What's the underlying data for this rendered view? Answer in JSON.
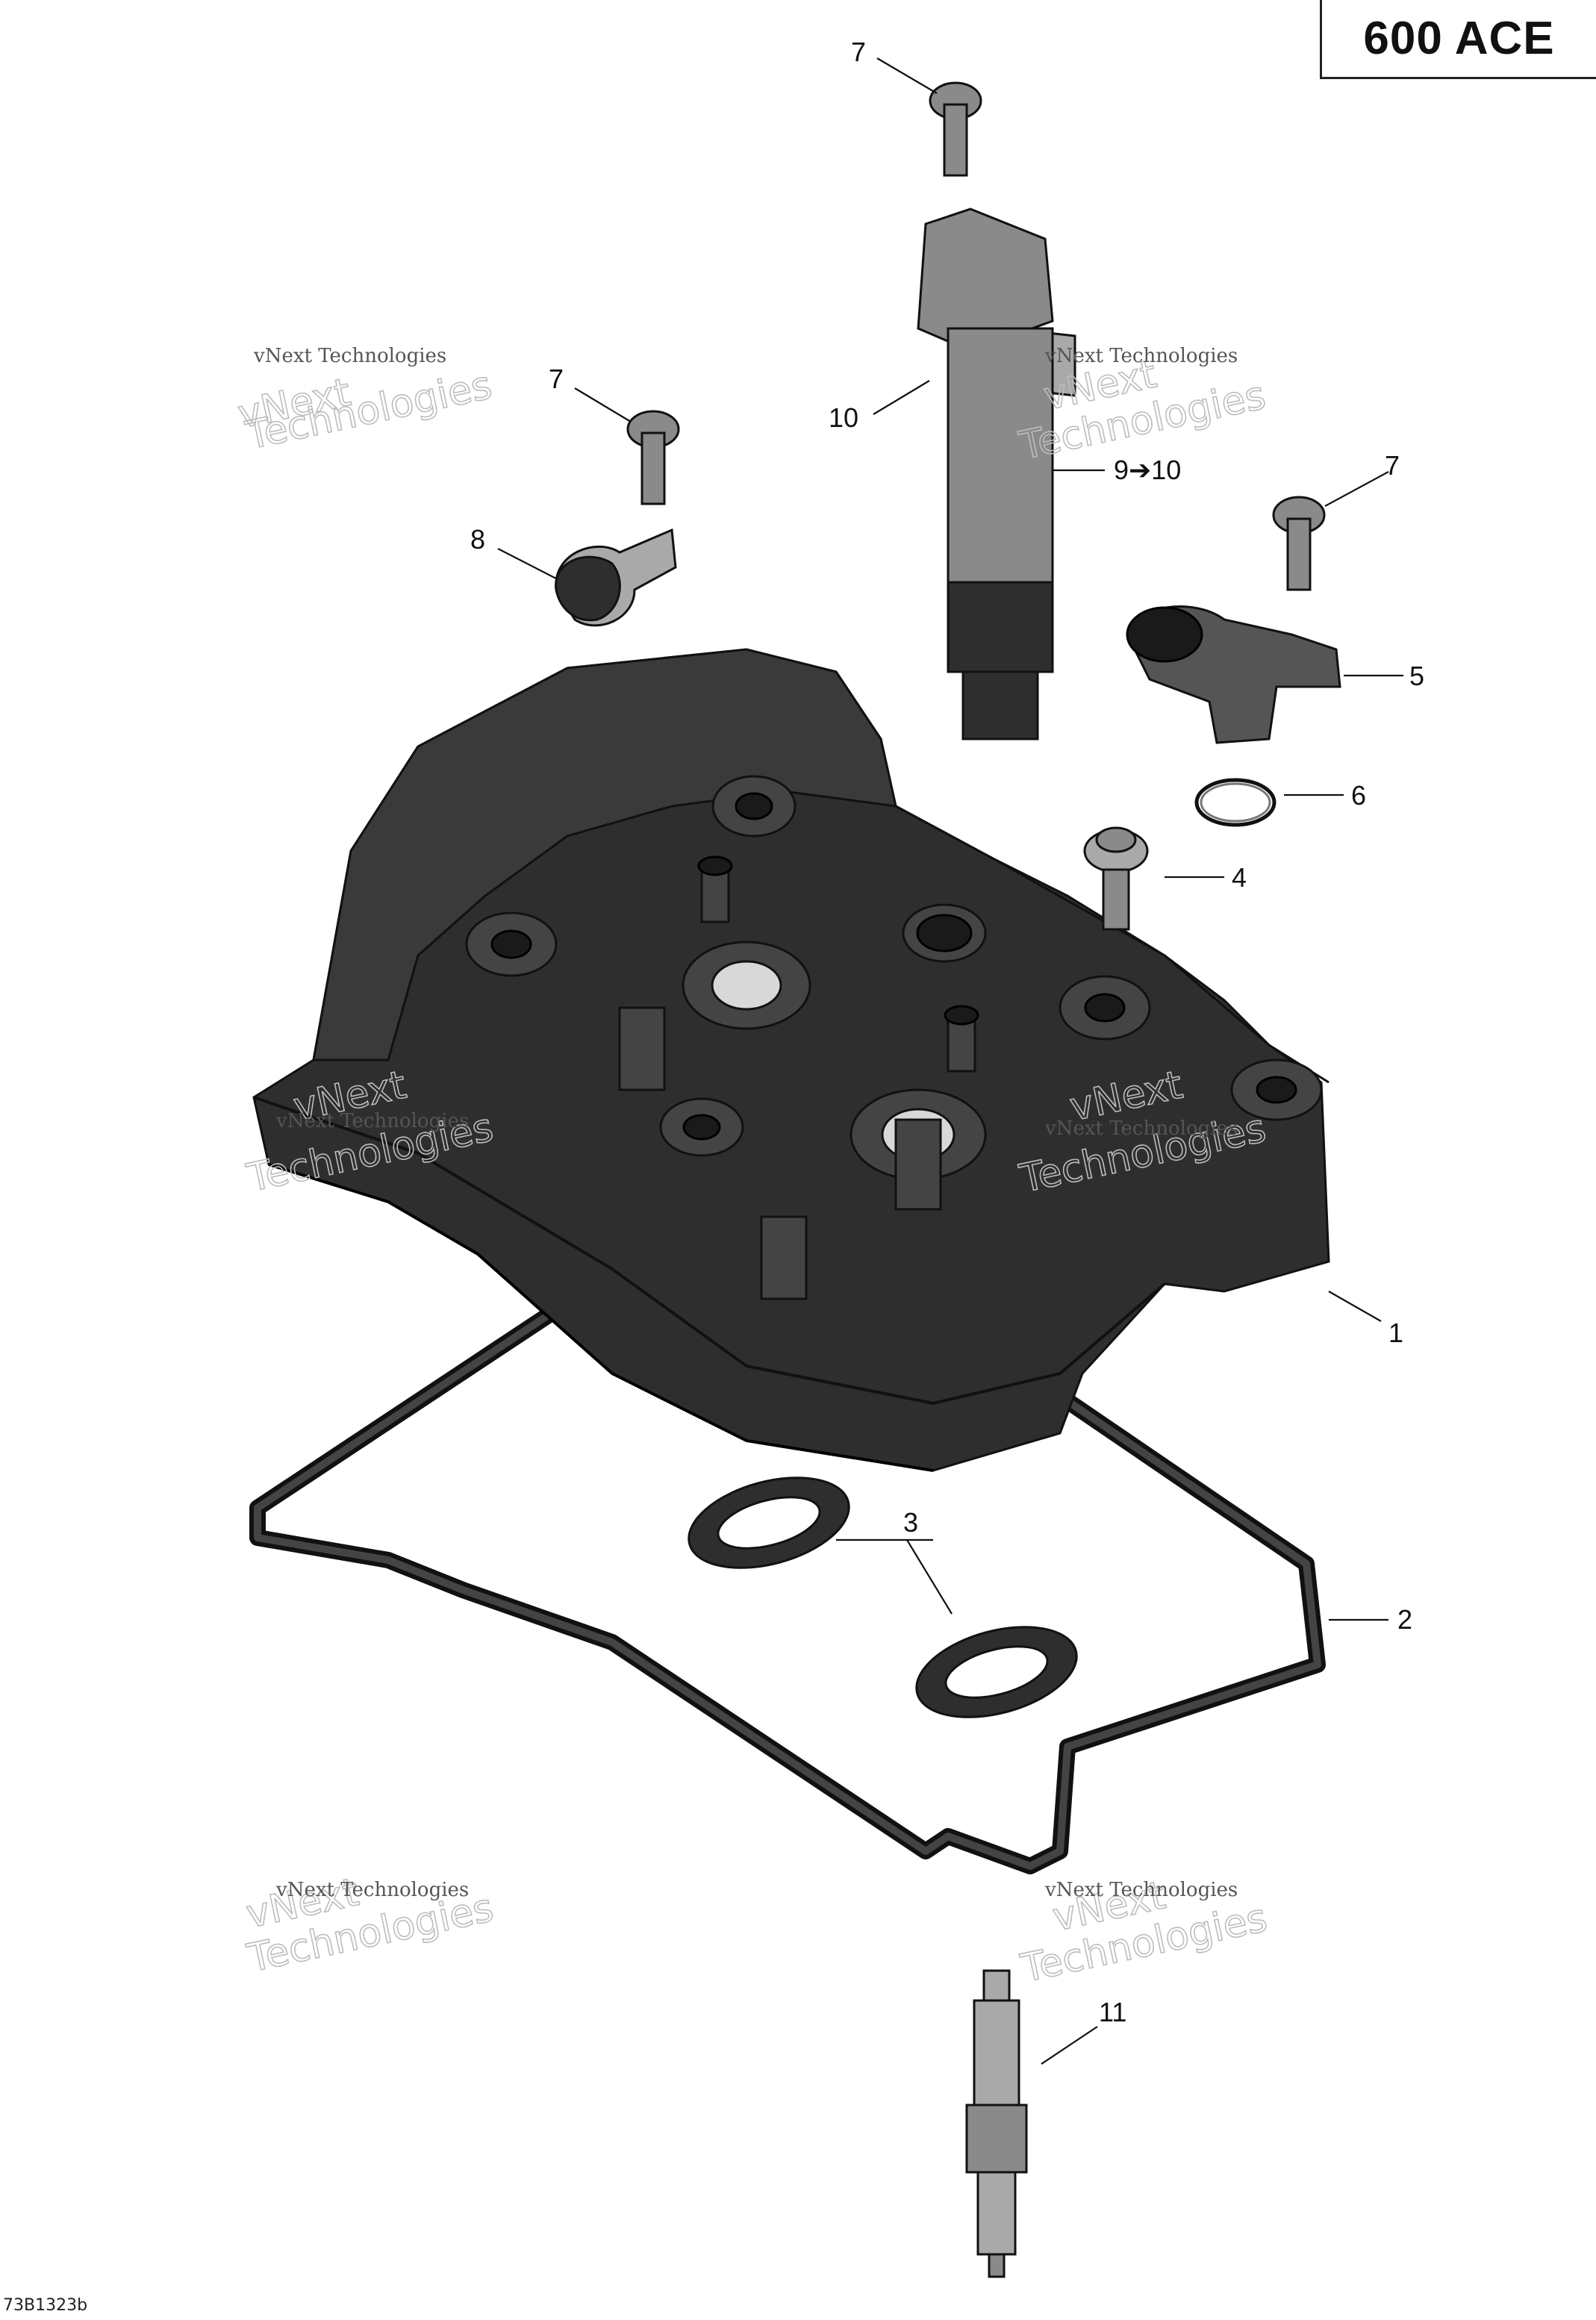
{
  "header": {
    "model_label": "600 ACE"
  },
  "footer": {
    "figure_code": "73B1323b"
  },
  "callouts": [
    {
      "id": "c7a",
      "label": "7"
    },
    {
      "id": "c7b",
      "label": "7"
    },
    {
      "id": "c7c",
      "label": "7"
    },
    {
      "id": "c10",
      "label": "10"
    },
    {
      "id": "c9to10",
      "label": "9➔10"
    },
    {
      "id": "c8",
      "label": "8"
    },
    {
      "id": "c5",
      "label": "5"
    },
    {
      "id": "c6",
      "label": "6"
    },
    {
      "id": "c4",
      "label": "4"
    },
    {
      "id": "c1",
      "label": "1"
    },
    {
      "id": "c3",
      "label": "3"
    },
    {
      "id": "c2",
      "label": "2"
    },
    {
      "id": "c11",
      "label": "11"
    }
  ],
  "watermark": {
    "line_small": "vNext Technologies",
    "line_big_1": "vNext",
    "line_big_2": "Technologies"
  },
  "colors": {
    "ink": "#111111",
    "part_dark": "#2e2e2e",
    "part_light": "#8a8a8a",
    "watermark": "#bdbdbd"
  }
}
